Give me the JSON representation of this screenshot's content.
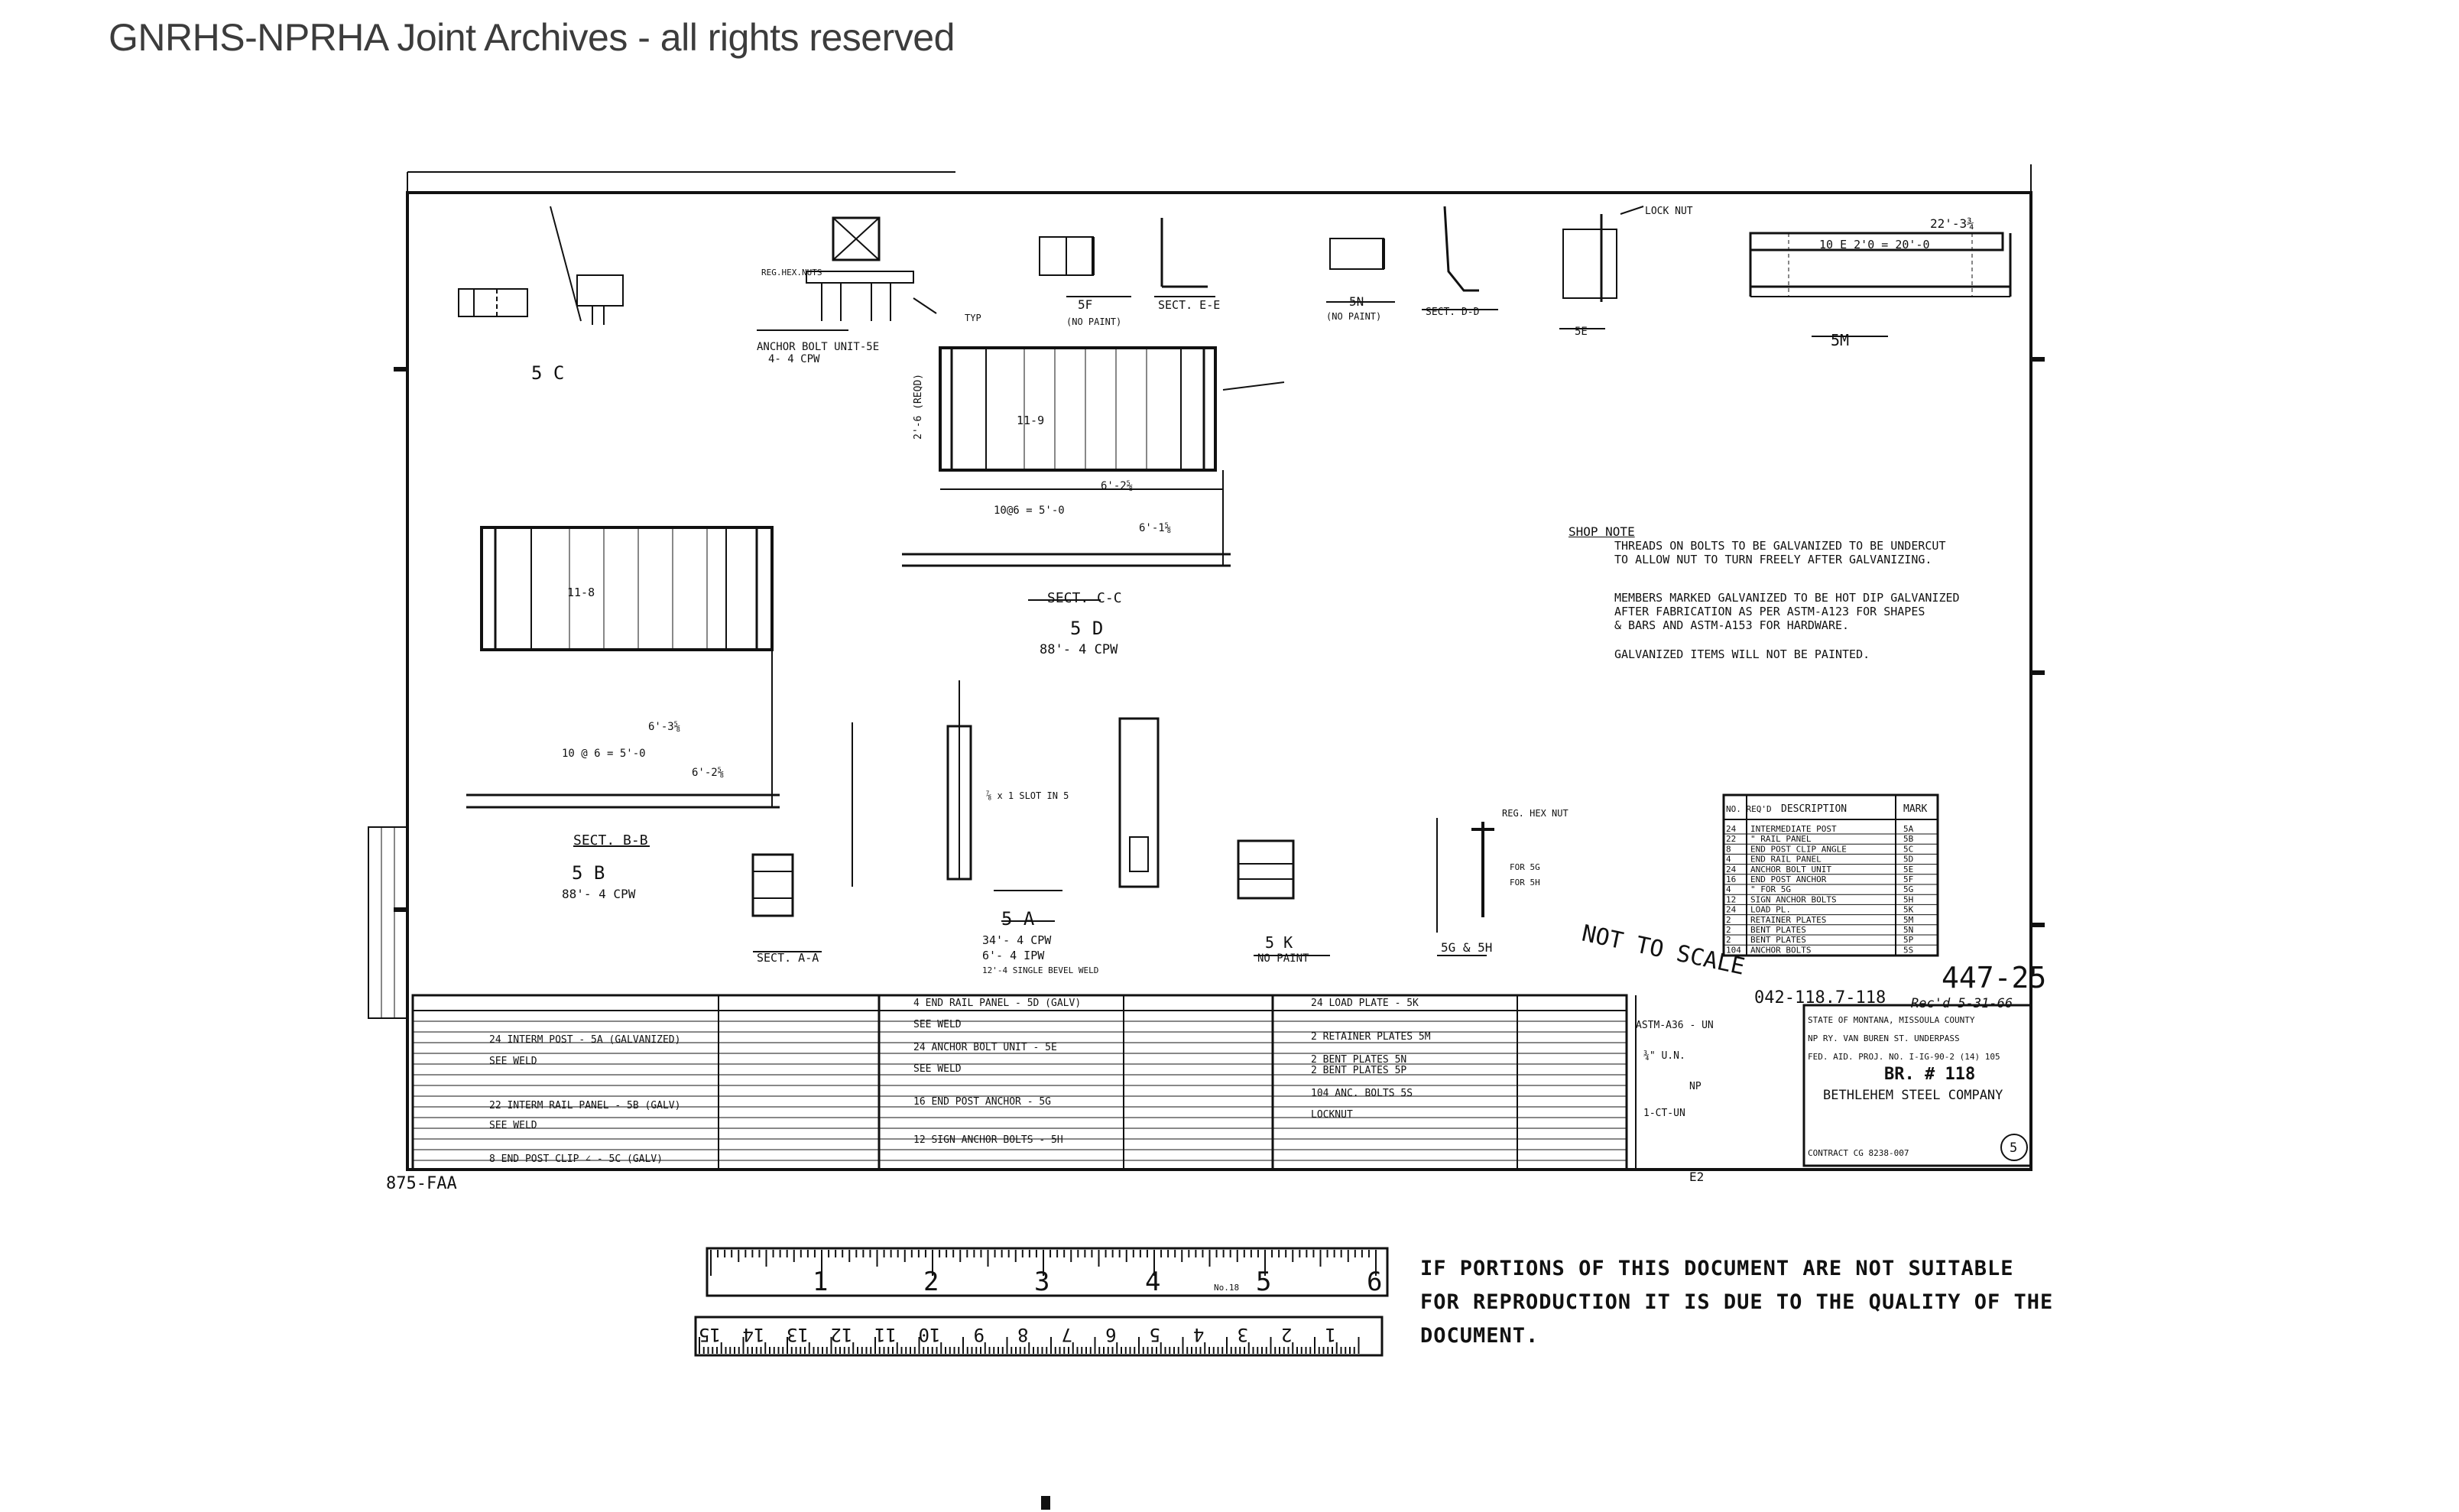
{
  "banner": {
    "title": "GNRHS-NPRHA Joint Archives - all rights reserved"
  },
  "drawing": {
    "views": {
      "view_5c": "5 C",
      "anchor_bolt_unit": "ANCHOR BOLT UNIT-5E",
      "anchor_bolt_unit_qty": "4- 4 CPW",
      "reg_hex_nuts": "REG.HEX.NUTS",
      "typ": "TYP",
      "view_5f": "5F",
      "no_paint": "(NO PAINT)",
      "sect_ee": "SECT. E-E",
      "view_5n": "5N",
      "sect_dd": "SECT. D-D",
      "view_5e": "5E",
      "lock_nut": "LOCK NUT",
      "view_5m": "5M",
      "dim_22_3_4": "22'-3¾",
      "dim_10_spaces": "10 E 2'0 = 20'-0",
      "dim_11_9": "11-9",
      "dim_6_2_5": "6'-2⅝",
      "dim_10_6_5": "10@6 = 5'-0",
      "dim_6_1_5": "6'-1⅝",
      "sect_cc": "SECT. C-C",
      "view_5d": "5 D",
      "view_5d_qty": "88'- 4 CPW",
      "dim_2_6_reqd": "2'-6 (REQD)",
      "dim_11_8": "11-8",
      "dim_6_3_5": "6'-3⅝",
      "dim_10_6_5b": "10 @ 6 = 5'-0",
      "dim_6_2_5b": "6'-2⅝",
      "sect_bb": "SECT. B-B",
      "view_5b": "5 B",
      "view_5b_qty": "88'- 4 CPW",
      "sect_aa": "SECT. A-A",
      "view_5a": "5 A",
      "view_5a_qty1": "34'- 4 CPW",
      "view_5a_qty2": "6'- 4 IPW",
      "view_5a_note": "12'-4 SINGLE BEVEL WELD",
      "slot_note": "⅞ x 1 SLOT IN 5",
      "view_5k": "5 K",
      "view_5k_paint": "NO PAINT",
      "reg_hex_nut": "REG. HEX NUT",
      "for_5g": "FOR 5G",
      "for_5h": "FOR 5H",
      "view_5g5h": "5G & 5H",
      "not_to_scale": "NOT TO SCALE",
      "drawing_no": "042-118.7-118",
      "recd_date": "Rec'd 5-31-66",
      "sheet_no": "447-25",
      "e2": "E2",
      "circle_5": "5",
      "left_margin_no": "875-FAA"
    },
    "shop_note": {
      "heading": "SHOP NOTE",
      "lines": [
        "THREADS ON BOLTS TO BE GALVANIZED TO BE UNDERCUT",
        "TO ALLOW NUT TO TURN FREELY AFTER GALVANIZING.",
        "MEMBERS MARKED GALVANIZED TO BE HOT DIP GALVANIZED",
        "AFTER FABRICATION AS PER ASTM-A123 FOR SHAPES",
        "& BARS AND ASTM-A153 FOR HARDWARE.",
        "GALVANIZED ITEMS WILL NOT BE PAINTED."
      ]
    },
    "mark_table": {
      "headers": [
        "NO. REQ'D",
        "DESCRIPTION",
        "MARK"
      ],
      "rows": [
        [
          "24",
          "INTERMEDIATE POST",
          "5A"
        ],
        [
          "22",
          "\" RAIL PANEL",
          "5B"
        ],
        [
          "8",
          "END POST CLIP ANGLE",
          "5C"
        ],
        [
          "4",
          "END RAIL PANEL",
          "5D"
        ],
        [
          "24",
          "ANCHOR BOLT UNIT",
          "5E"
        ],
        [
          "16",
          "END POST ANCHOR",
          "5F"
        ],
        [
          "4",
          "\" FOR 5G",
          "5G"
        ],
        [
          "12",
          "SIGN ANCHOR BOLTS",
          "5H"
        ],
        [
          "24",
          "LOAD PL.",
          "5K"
        ],
        [
          "2",
          "RETAINER PLATES",
          "5M"
        ],
        [
          "2",
          "BENT PLATES",
          "5N"
        ],
        [
          "2",
          "BENT PLATES",
          "5P"
        ],
        [
          "104",
          "ANCHOR BOLTS",
          "5S"
        ]
      ]
    },
    "bill": {
      "col1_lines": [
        "24 INTERM POST - 5A (GALVANIZED)",
        "SEE WELD",
        "22 INTERM RAIL PANEL - 5B (GALV)",
        "SEE WELD",
        "8 END POST CLIP ∠ - 5C (GALV)"
      ],
      "col2_lines": [
        "4 END RAIL PANEL - 5D (GALV)",
        "SEE WELD",
        "24 ANCHOR BOLT UNIT - 5E",
        "SEE WELD",
        "16 END POST ANCHOR - 5G",
        "12 SIGN ANCHOR BOLTS - 5H"
      ],
      "col3_lines": [
        "24 LOAD PLATE - 5K",
        "2 RETAINER PLATES 5M",
        "2 BENT PLATES 5N",
        "2 BENT PLATES 5P",
        "104 ANC. BOLTS 5S",
        "LOCKNUT"
      ]
    },
    "title_block": {
      "spec": "ASTM-A36 - UN",
      "size": "¾\" U.N.",
      "np": "NP",
      "coat": "1-CT-UN",
      "state_line": "STATE OF MONTANA, MISSOULA COUNTY",
      "railway_line": "NP RY. VAN BUREN ST. UNDERPASS",
      "project_line": "FED. AID. PROJ. NO. I-IG-90-2 (14) 105",
      "bridge": "BR. # 118",
      "company": "BETHLEHEM STEEL COMPANY",
      "contract": "CONTRACT CG 8238-007"
    }
  },
  "ruler": {
    "inch_numbers": [
      "1",
      "2",
      "3",
      "4",
      "5",
      "6"
    ],
    "maker": "No.18",
    "cm_numbers": [
      "15",
      "14",
      "13",
      "12",
      "11",
      "10",
      "9",
      "8",
      "7",
      "6",
      "5",
      "4",
      "3",
      "2",
      "1"
    ]
  },
  "warning": {
    "text": "IF PORTIONS OF THIS DOCUMENT ARE NOT SUITABLE FOR REPRODUCTION IT IS DUE TO THE QUALITY OF THE DOCUMENT."
  }
}
